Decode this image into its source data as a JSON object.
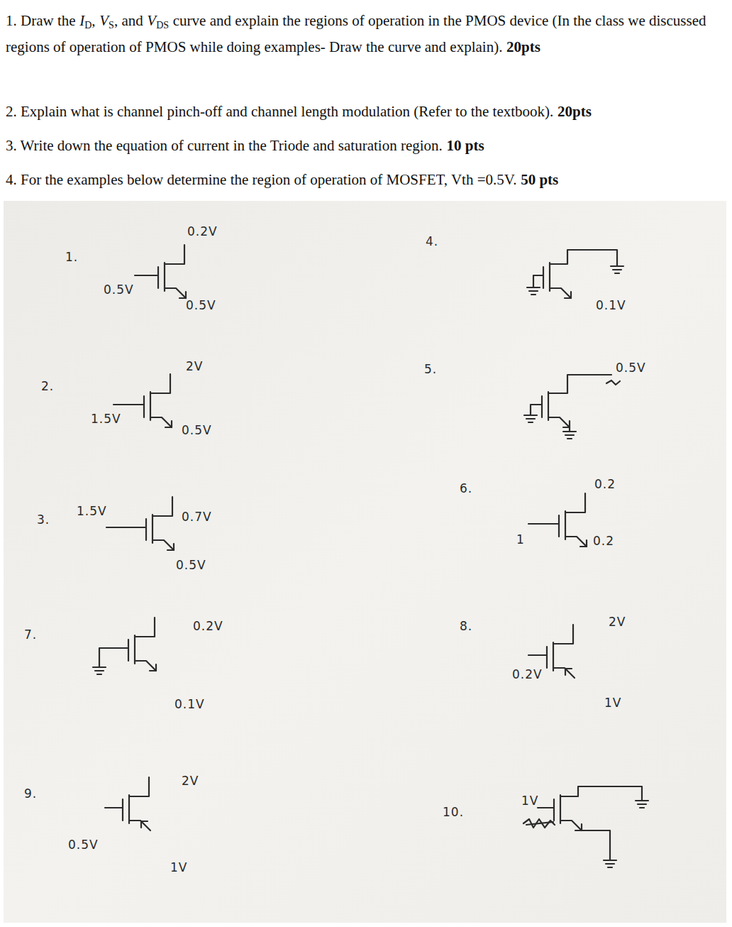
{
  "diagram": {
    "labels": [
      "1. Draw the",
      "I",
      "D",
      ",",
      "V",
      "S",
      ", and",
      "V",
      "DS",
      "curve and explain the regions of operation in the PMOS device (In the class we discussed regions of operation of PMOS while doing examples- Draw the curve and explain).",
      "20pts",
      "2. Explain what is channel pinch-off and channel length modulation (Refer to the textbook).",
      "20pts",
      "3. Write down the equation of current in the Triode and saturation region.",
      "10 pts",
      "4. For the examples below determine the region of operation of MOSFET, Vth =0.5V.",
      "50 pts",
      "1.",
      "0.2V",
      "0.5V",
      "0.5V",
      "2.",
      "2V",
      "1.5V",
      "0.5V",
      "3.",
      "1.5V",
      "0.7V",
      "0.5V",
      "7.",
      "0.2V",
      "0.1V",
      "9.",
      "2V",
      "0.5V",
      "1V",
      "4.",
      "0.1V",
      "5.",
      "0.5V",
      "6.",
      "0.2",
      "1",
      "0.2",
      "8.",
      "2V",
      "0.2V",
      "1V",
      "10.",
      "1V"
    ]
  }
}
